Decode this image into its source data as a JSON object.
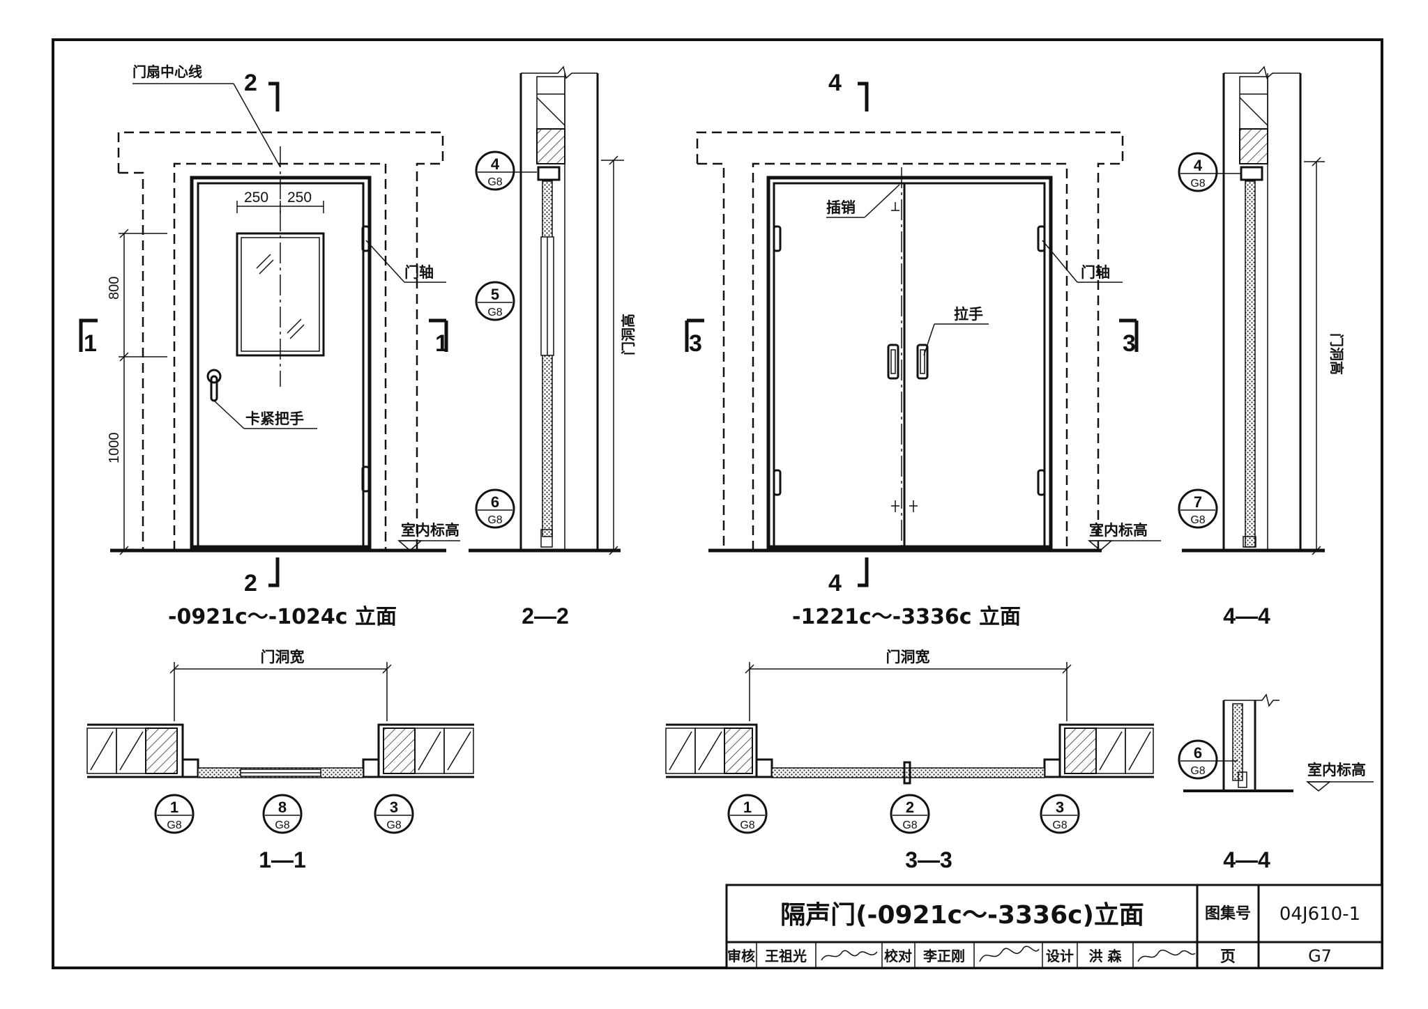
{
  "elevation_1": {
    "title": "-0921c～-1024c 立面",
    "center_line": "门扇中心线",
    "dim_left": "250",
    "dim_right": "250",
    "dim_800": "800",
    "dim_1000": "1000",
    "hinge": "门轴",
    "handle": "卡紧把手",
    "floor_level": "室内标高",
    "cut_1": "1",
    "cut_2": "2"
  },
  "section_2_2": {
    "title": "2—2",
    "opening_height": "门洞高",
    "refs": [
      {
        "num": "4",
        "sheet": "G8"
      },
      {
        "num": "5",
        "sheet": "G8"
      },
      {
        "num": "6",
        "sheet": "G8"
      }
    ]
  },
  "elevation_2": {
    "title": "-1221c～-3336c 立面",
    "bolt": "插销",
    "hinge": "门轴",
    "pull_handle": "拉手",
    "floor_level": "室内标高",
    "cut_3": "3",
    "cut_4": "4"
  },
  "section_4_4_top": {
    "title": "4—4",
    "opening_height": "门洞高",
    "refs": [
      {
        "num": "4",
        "sheet": "G8"
      },
      {
        "num": "7",
        "sheet": "G8"
      }
    ]
  },
  "section_1_1": {
    "title": "1—1",
    "opening_width": "门洞宽",
    "refs": [
      {
        "num": "1",
        "sheet": "G8"
      },
      {
        "num": "8",
        "sheet": "G8"
      },
      {
        "num": "3",
        "sheet": "G8"
      }
    ]
  },
  "section_3_3": {
    "title": "3—3",
    "opening_width": "门洞宽",
    "refs": [
      {
        "num": "1",
        "sheet": "G8"
      },
      {
        "num": "2",
        "sheet": "G8"
      },
      {
        "num": "3",
        "sheet": "G8"
      }
    ]
  },
  "section_4_4_detail": {
    "title": "4—4",
    "floor_level": "室内标高",
    "ref": {
      "num": "6",
      "sheet": "G8"
    }
  },
  "title_block": {
    "title": "隔声门(-0921c～-3336c)立面",
    "atlas_label": "图集号",
    "atlas_no": "04J610-1",
    "page_label": "页",
    "page_no": "G7",
    "review_label": "审核",
    "reviewer": "王祖光",
    "check_label": "校对",
    "checker": "李正刚",
    "design_label": "设计",
    "designer": "洪  森"
  }
}
